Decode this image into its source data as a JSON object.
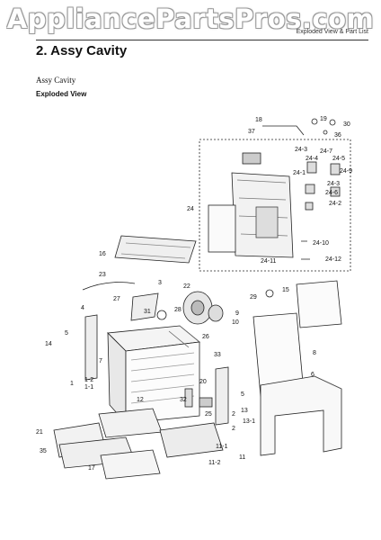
{
  "watermark": "AppliancePartsPros.com",
  "header": {
    "right_text": "Exploded View & Part List"
  },
  "section": {
    "title": "2.  Assy Cavity"
  },
  "subtitle": "Assy Cavity",
  "view_label": "Exploded View",
  "callouts": {
    "c18": "18",
    "c19": "19",
    "c30": "30",
    "c36": "36",
    "c37": "37",
    "c24_3a": "24-3",
    "c24_4": "24-4",
    "c24_7": "24-7",
    "c24_5": "24-5",
    "c24_1": "24-1",
    "c24_9": "24-9",
    "c24_3b": "24-3",
    "c24_6": "24-6",
    "c24_2": "24-2",
    "c24": "24",
    "c24_10": "24-10",
    "c24_11": "24-11",
    "c24_12": "24-12",
    "c16": "16",
    "c23": "23",
    "c22": "22",
    "c3": "3",
    "c27": "27",
    "c15": "15",
    "c29": "29",
    "c4": "4",
    "c31": "31",
    "c28": "28",
    "c9": "9",
    "c10": "10",
    "c5a": "5",
    "c14": "14",
    "c26": "26",
    "c33": "33",
    "c8": "8",
    "c7": "7",
    "c1_2a": "1-2",
    "c1": "1",
    "c1_1a": "1-1",
    "c20": "20",
    "c6": "6",
    "c5b": "5",
    "c32": "32",
    "c12": "12",
    "c13": "13",
    "c25": "25",
    "c2a": "2",
    "c13_1": "13-1",
    "c2b": "2",
    "c21": "21",
    "c11_1": "11-1",
    "c11": "11",
    "c35": "35",
    "c11_2": "11-2",
    "c17": "17"
  }
}
